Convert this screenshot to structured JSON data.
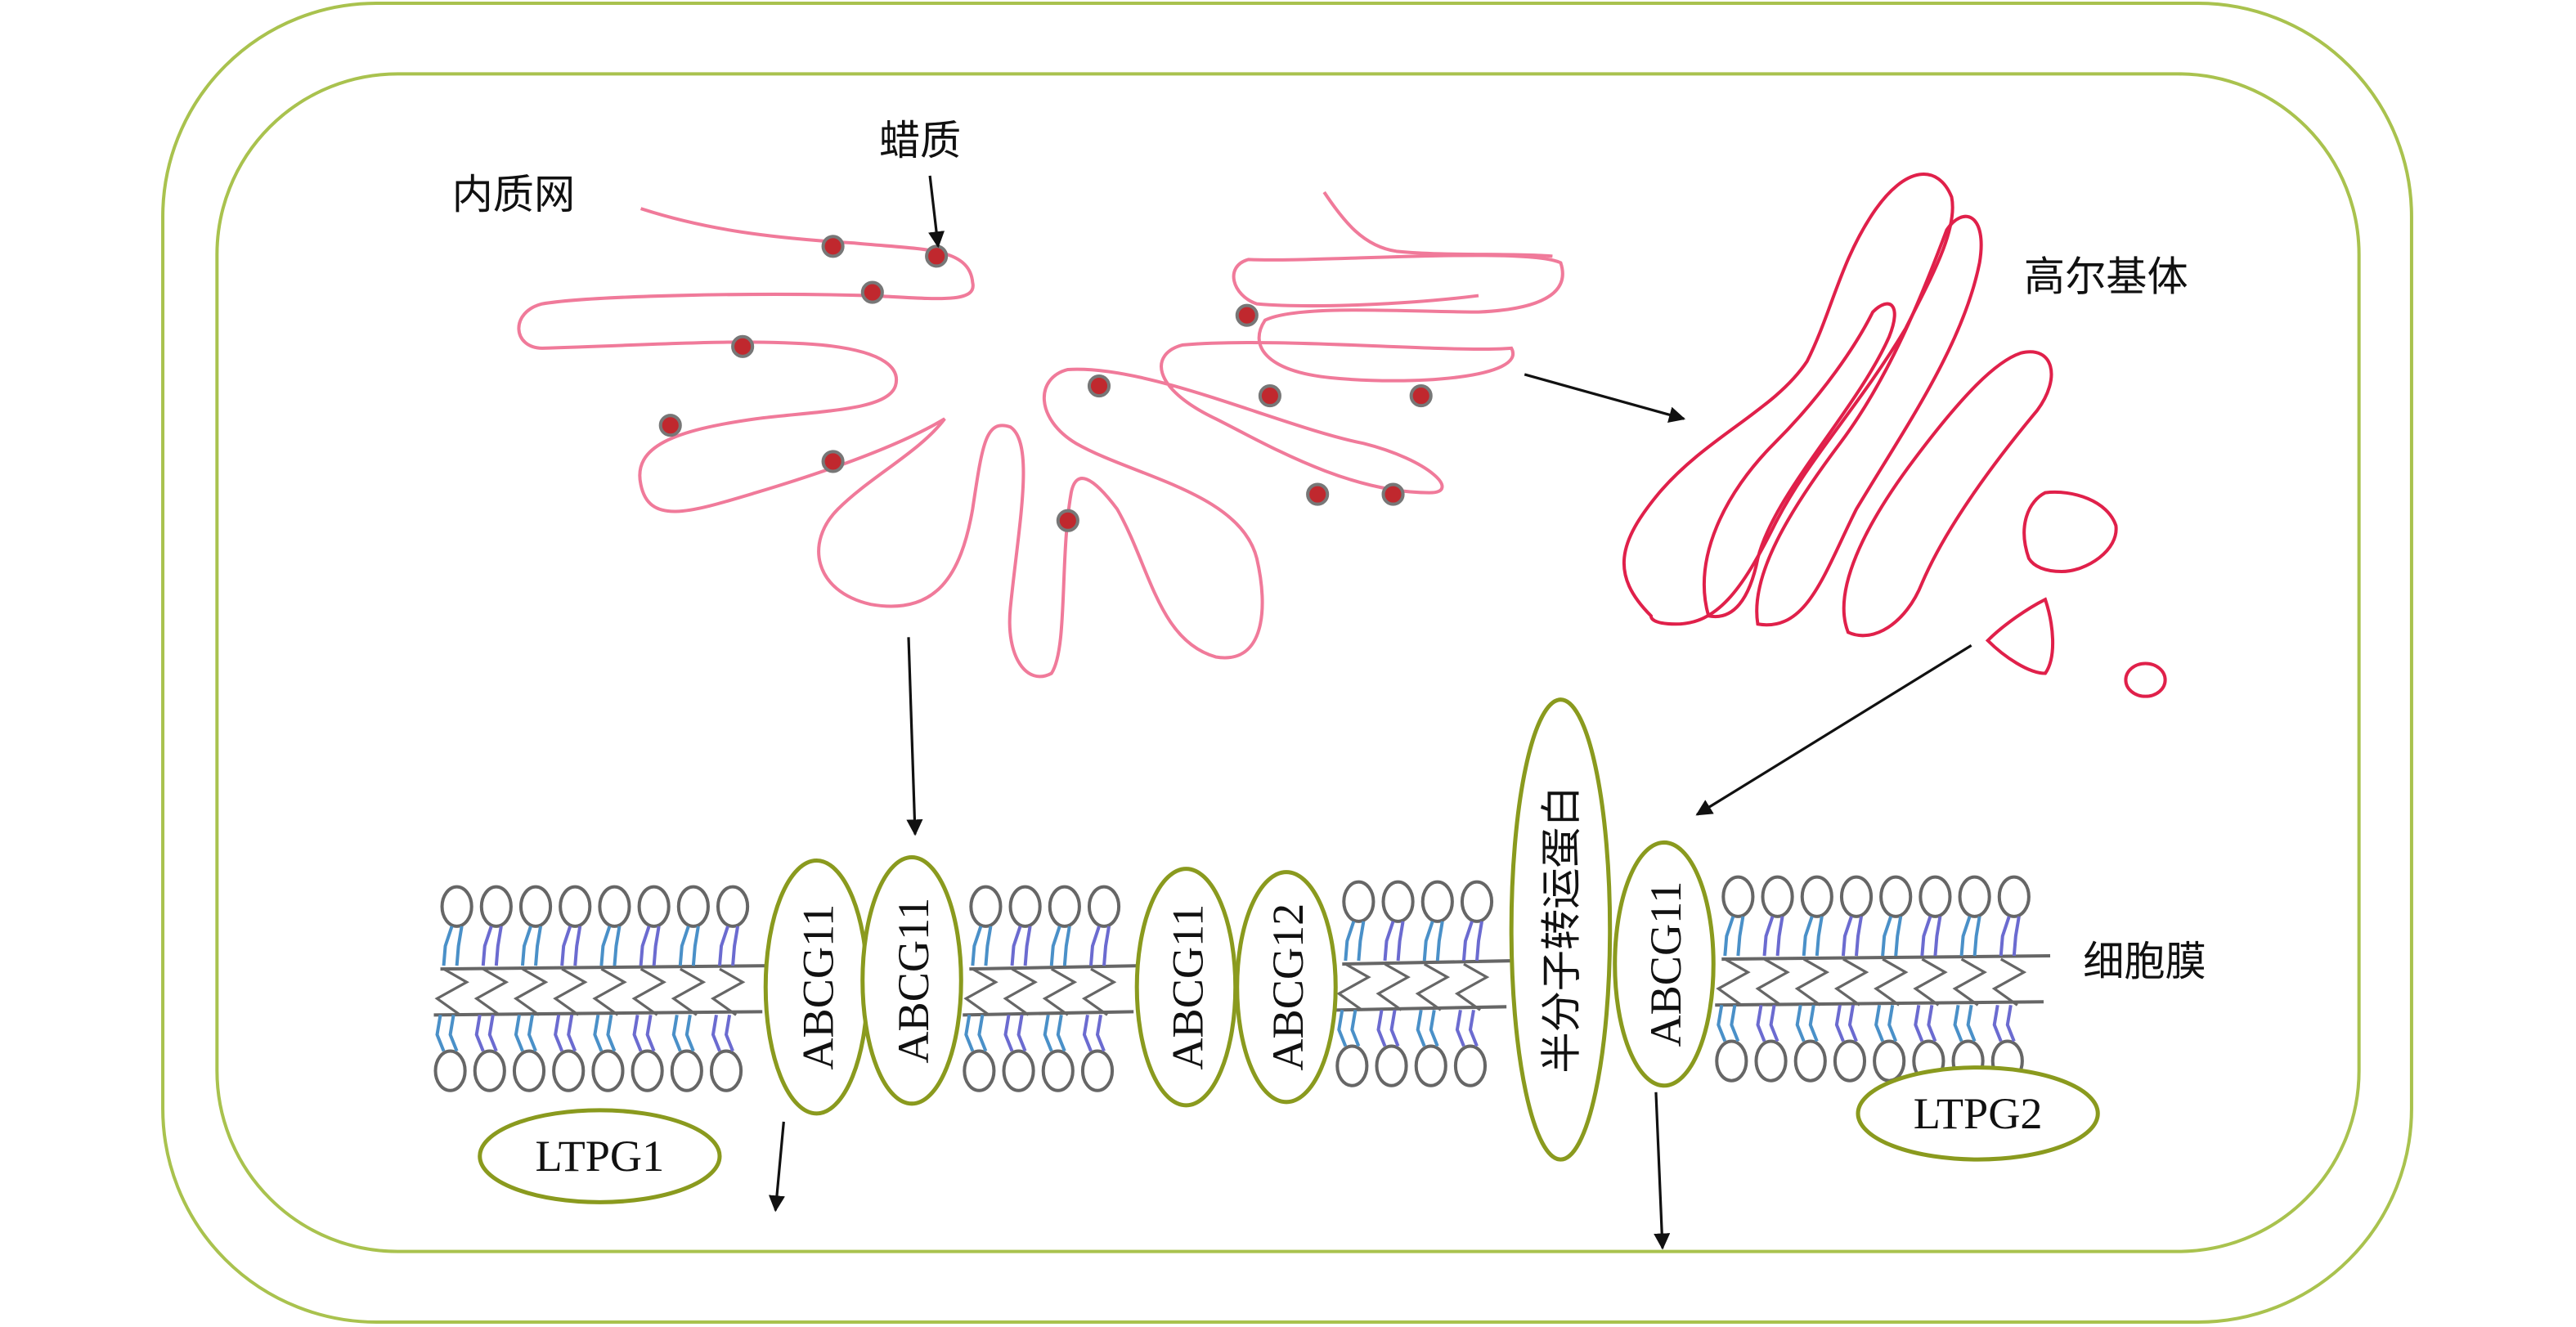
{
  "labels": {
    "er": "内质网",
    "wax": "蜡质",
    "golgi": "高尔基体",
    "membrane": "细胞膜"
  },
  "proteins": [
    {
      "label": "ABCG11"
    },
    {
      "label": "ABCG11"
    },
    {
      "label": "ABCG11"
    },
    {
      "label": "ABCG12"
    },
    {
      "label": "半分子转运蛋白"
    },
    {
      "label": "ABCG11"
    }
  ],
  "ltp": [
    {
      "label": "LTPG1"
    },
    {
      "label": "LTPG2"
    }
  ],
  "colors": {
    "cell_wall": "#a9c24e",
    "protein_outline": "#8a9a1e",
    "er_line": "#f07a9a",
    "golgi_line": "#e0204a",
    "wax_dot": "#c0282e",
    "lipid": "#666666",
    "lipid_accent": "#6b6bd0"
  }
}
